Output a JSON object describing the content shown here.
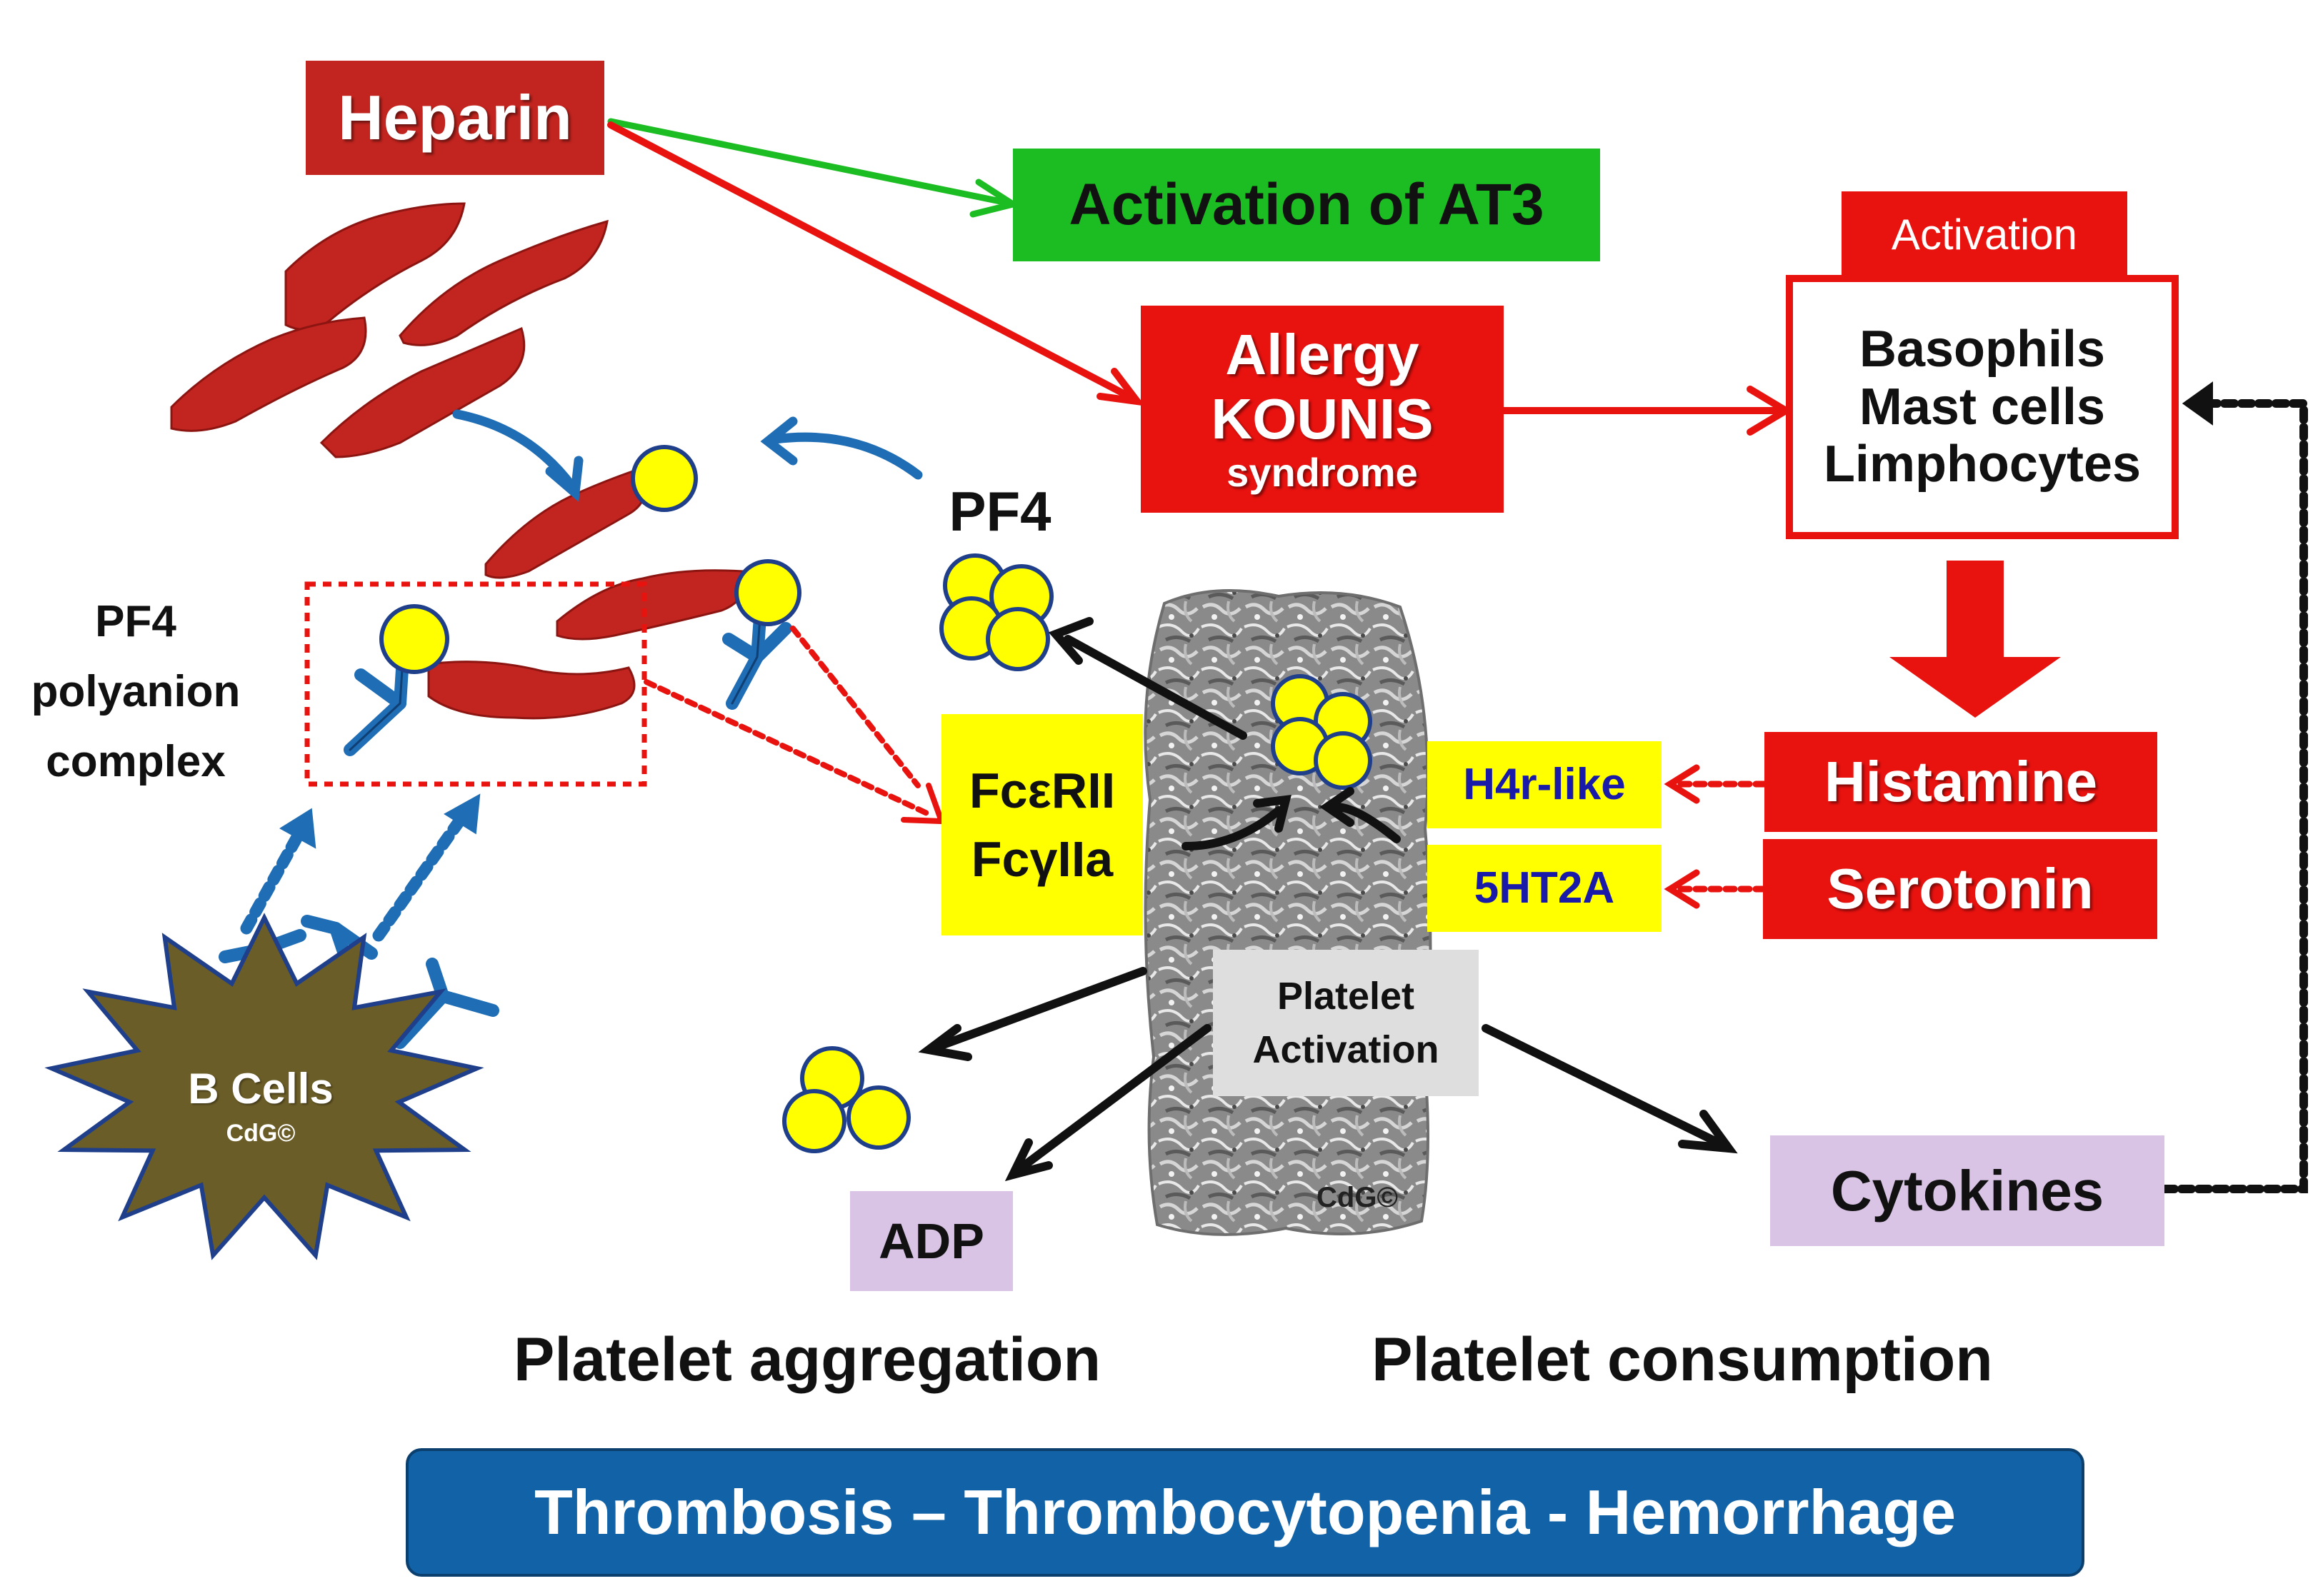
{
  "colors": {
    "red": "#e8120f",
    "dark_red": "#c2241f",
    "green": "#1cbd22",
    "yellow": "#ffff00",
    "lavender": "#d9c4e6",
    "light_gray": "#dedede",
    "blue": "#1f6db5",
    "banner": "#1162a6",
    "tan": "#6b5d27",
    "dark_blue_text": "#1a1aa8"
  },
  "nodes": {
    "heparin": "Heparin",
    "activation_at3": "Activation of AT3",
    "allergy": {
      "line1": "Allergy",
      "line2": "KOUNIS",
      "line3": "syndrome"
    },
    "activation": "Activation",
    "cells": {
      "line1": "Basophils",
      "line2": "Mast cells",
      "line3": "Limphocytes"
    },
    "histamine": "Histamine",
    "serotonin": "Serotonin",
    "h4r": "H4r-like",
    "ht2a": "5HT2A",
    "fc": {
      "line1": "FcεRII",
      "line2": "FcγIIa"
    },
    "pf4": "PF4",
    "pf4_complex": {
      "line1": "PF4",
      "line2": "polyanion",
      "line3": "complex"
    },
    "b_cells": "B Cells",
    "b_cells_credit": "CdG©",
    "platelet_activation": {
      "line1": "Platelet",
      "line2": "Activation"
    },
    "platelet_credit": "CdG©",
    "adp": "ADP",
    "cytokines": "Cytokines",
    "platelet_aggregation": "Platelet aggregation",
    "platelet_consumption": "Platelet consumption",
    "banner": "Thrombosis – Thrombocytopenia - Hemorrhage"
  },
  "icons": {
    "heparin_molecules": "heparin-molecule-icon",
    "pf4_tetramer": "pf4-tetramer-icon",
    "antibody": "antibody-icon",
    "platelet": "platelet-icon",
    "b_cell": "b-cell-icon"
  }
}
